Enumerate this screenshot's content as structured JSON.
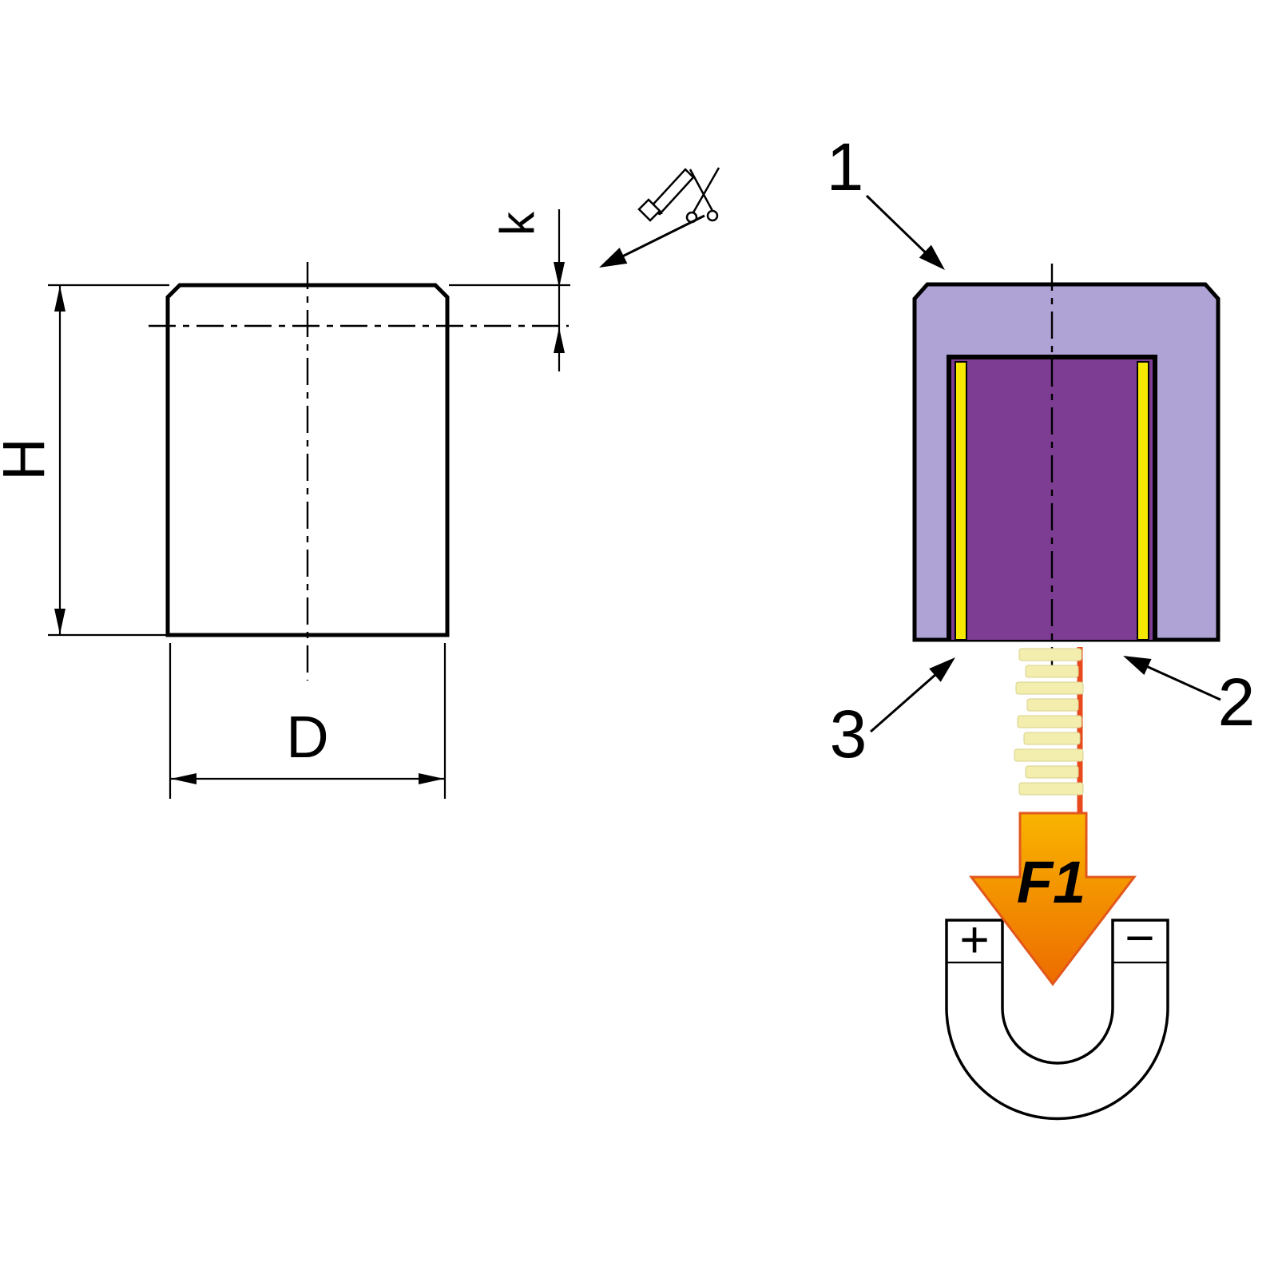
{
  "diagram": {
    "dimensions": {
      "height_label": "H",
      "diameter_label": "D",
      "offset_label": "k"
    },
    "callouts": {
      "housing": "1",
      "magnet": "2",
      "separator": "3"
    },
    "force_label": "F1",
    "magnet_poles": {
      "plus": "+",
      "minus": "−"
    },
    "colors": {
      "background": "#ffffff",
      "line": "#000000",
      "housing_fill": "#afa3d6",
      "core_fill": "#7d3d92",
      "separator_fill": "#f6e800",
      "field_stripe": "#f3edae",
      "field_stripe_edge": "#d9d28e",
      "field_line": "#e8491d",
      "force_arrow_top": "#f9b400",
      "force_arrow_bottom": "#ed6c00",
      "force_arrow_outline": "#e2571c",
      "force_text": "#ffffff"
    }
  }
}
